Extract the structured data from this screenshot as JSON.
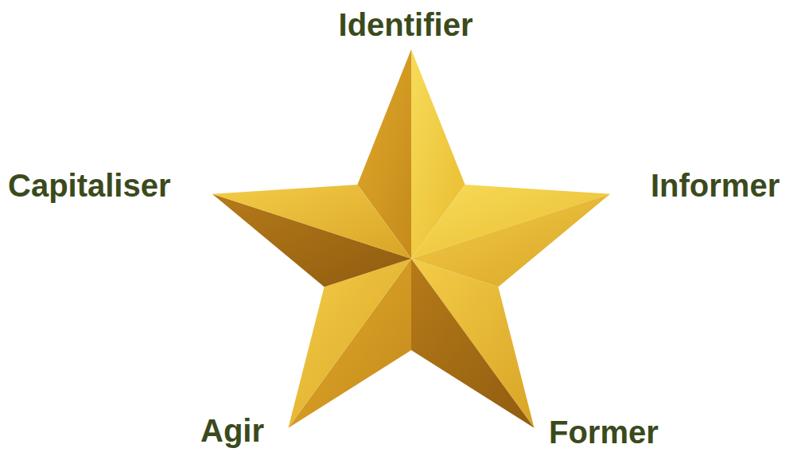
{
  "diagram": {
    "labels": [
      "Identifier",
      "Informer",
      "Former",
      "Agir",
      "Capitaliser"
    ]
  }
}
